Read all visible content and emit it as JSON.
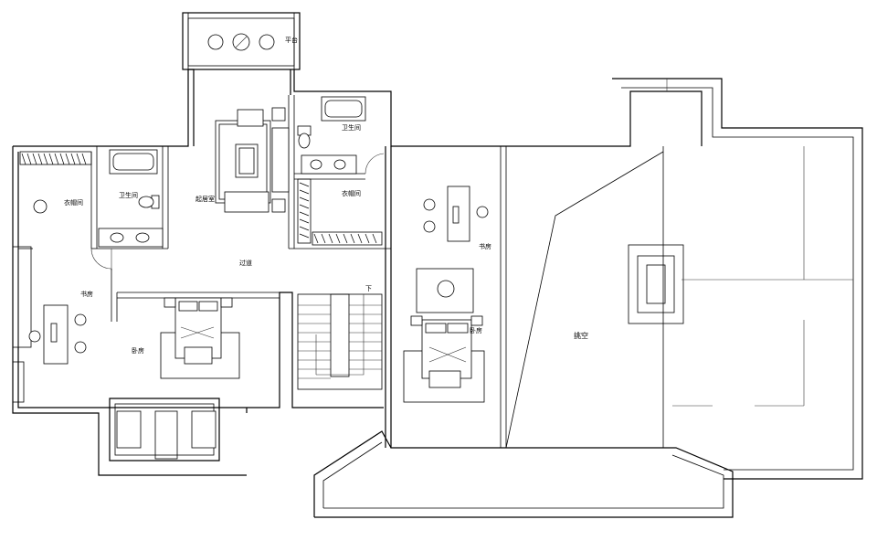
{
  "rooms": {
    "balcony": "平台",
    "study": "起居室",
    "bath_top": "卫生间",
    "bath_left": "卫生间",
    "closet_left": "衣帽间",
    "closet_mid": "衣帽间",
    "hall": "过道",
    "bedroom_left_desk": "书房",
    "bedroom_left": "卧房",
    "bedroom_right_desk": "书房",
    "bedroom_right": "卧房",
    "void": "挑空",
    "stair_down": "下"
  }
}
